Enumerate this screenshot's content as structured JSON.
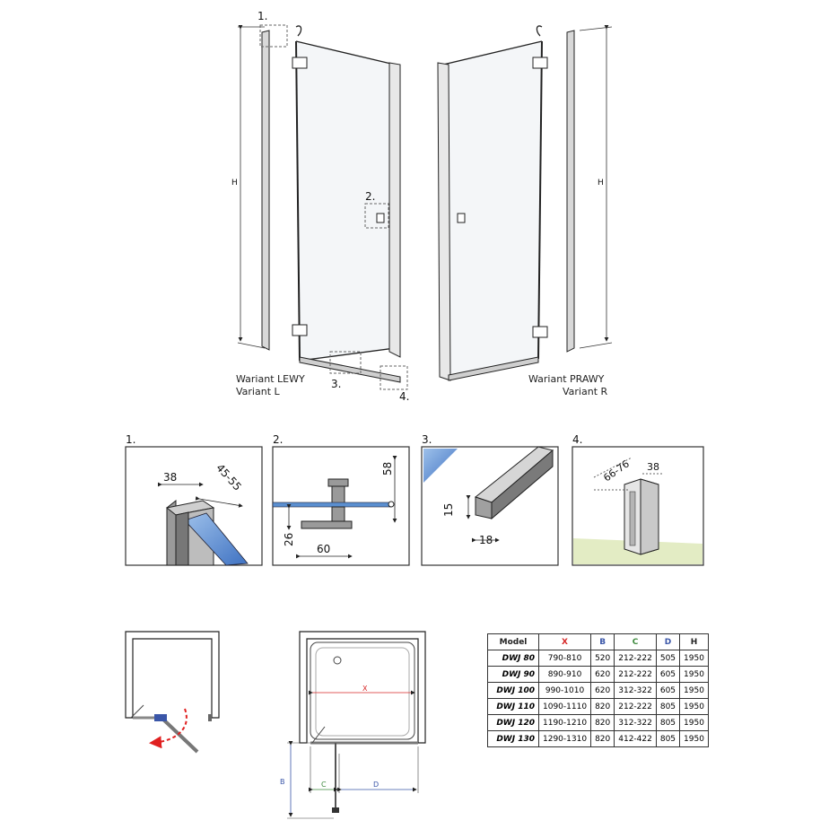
{
  "variants": {
    "left": {
      "line1": "Wariant LEWY",
      "line2": "Variant L",
      "height_label": "H"
    },
    "right": {
      "line1": "Wariant PRAWY",
      "line2": "Variant R",
      "height_label": "H"
    }
  },
  "callouts": [
    "1.",
    "2.",
    "3.",
    "4."
  ],
  "details": [
    {
      "number": "1.",
      "dims": [
        "38",
        "45-55"
      ]
    },
    {
      "number": "2.",
      "dims": [
        "58",
        "26",
        "60"
      ]
    },
    {
      "number": "3.",
      "dims": [
        "15",
        "18"
      ]
    },
    {
      "number": "4.",
      "dims": [
        "66-76",
        "38"
      ]
    }
  ],
  "plan": {
    "x_label": "X",
    "b_label": "B",
    "c_label": "C",
    "d_label": "D"
  },
  "colors": {
    "x": "#d62828",
    "b": "#3a56a8",
    "c": "#3e8a3e",
    "d": "#3a56a8",
    "glass": "#5b8fd0",
    "floor": "#e3ecc4"
  },
  "table": {
    "headers": [
      "Model",
      "X",
      "B",
      "C",
      "D",
      "H"
    ],
    "rows": [
      [
        "DWJ 80",
        "790-810",
        "520",
        "212-222",
        "505",
        "1950"
      ],
      [
        "DWJ 90",
        "890-910",
        "620",
        "212-222",
        "605",
        "1950"
      ],
      [
        "DWJ 100",
        "990-1010",
        "620",
        "312-322",
        "605",
        "1950"
      ],
      [
        "DWJ 110",
        "1090-1110",
        "820",
        "212-222",
        "805",
        "1950"
      ],
      [
        "DWJ 120",
        "1190-1210",
        "820",
        "312-322",
        "805",
        "1950"
      ],
      [
        "DWJ 130",
        "1290-1310",
        "820",
        "412-422",
        "805",
        "1950"
      ]
    ]
  }
}
